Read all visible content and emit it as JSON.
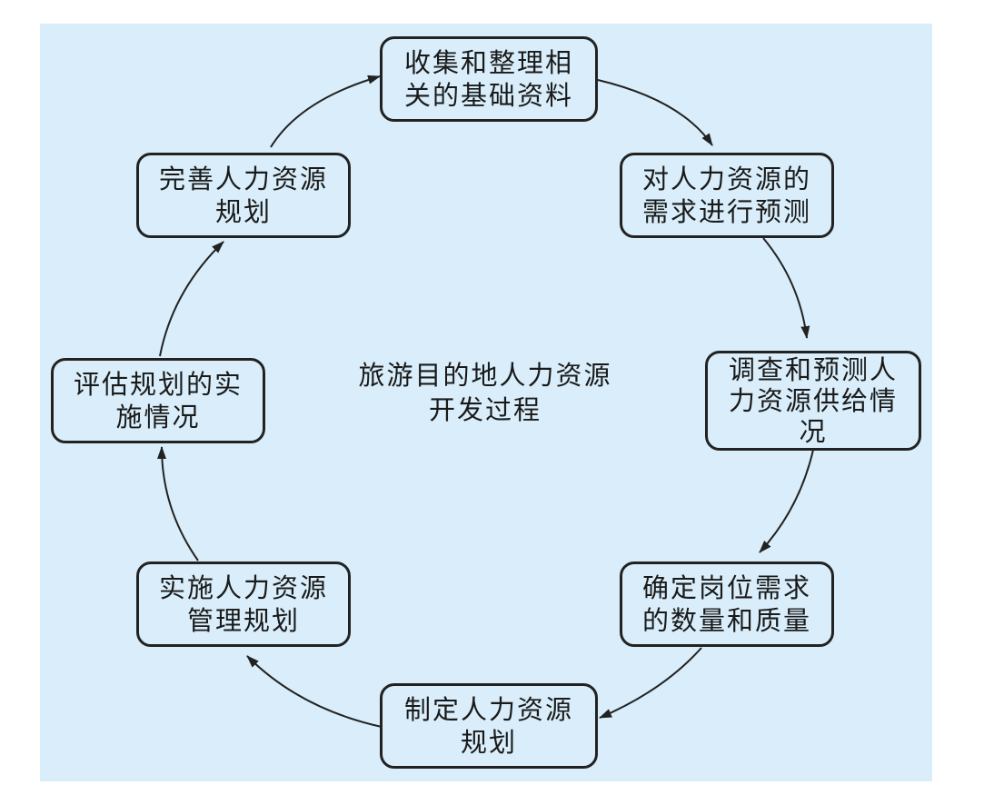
{
  "diagram": {
    "center_label": "旅游目的地人力资源开发过程",
    "steps": [
      {
        "id": "collect",
        "label": "收集和整理相关的基础资料"
      },
      {
        "id": "demand",
        "label": "对人力资源的需求进行预测"
      },
      {
        "id": "supply",
        "label": "调查和预测人力资源供给情况"
      },
      {
        "id": "positions",
        "label": "确定岗位需求的数量和质量"
      },
      {
        "id": "plan",
        "label": "制定人力资源规划"
      },
      {
        "id": "implement",
        "label": "实施人力资源管理规划"
      },
      {
        "id": "evaluate",
        "label": "评估规划的实施情况"
      },
      {
        "id": "improve",
        "label": "完善人力资源规划"
      }
    ],
    "colors": {
      "background": "#d9eefa",
      "stroke": "#222222"
    }
  }
}
